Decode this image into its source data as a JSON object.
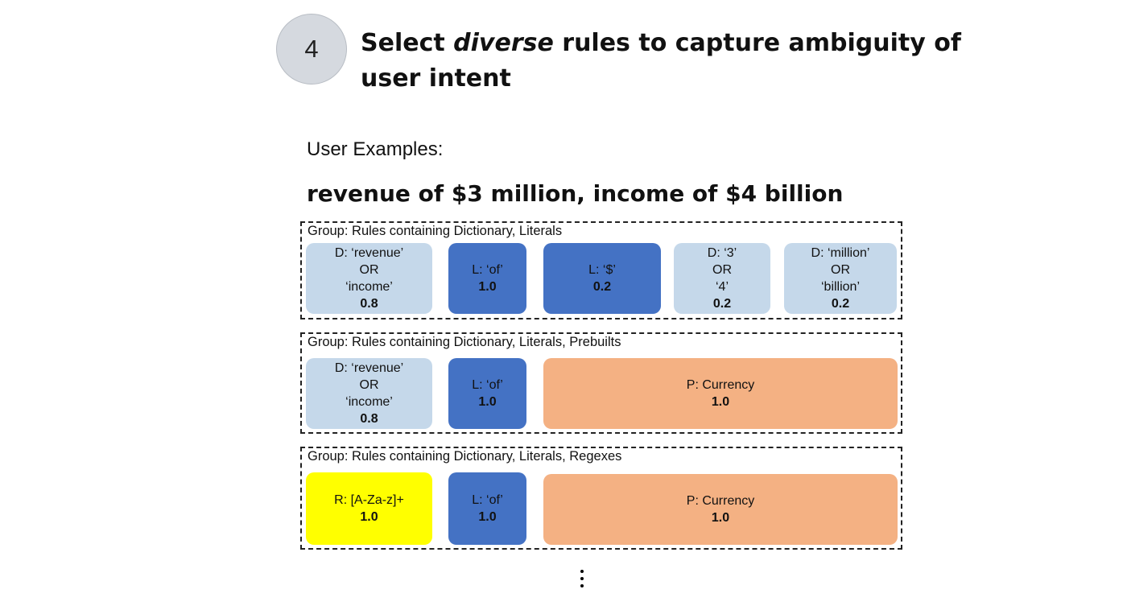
{
  "step": {
    "number": "4"
  },
  "title": {
    "before": "Select ",
    "emphasis": "diverse",
    "after": " rules to capture ambiguity of user intent"
  },
  "examples": {
    "label": "User Examples:",
    "text": "revenue of $3 million, income of $4 billion"
  },
  "groups": [
    {
      "label": "Group: Rules containing Dictionary, Literals",
      "rules": [
        {
          "kind": "dictionary",
          "lines": [
            "D: ‘revenue’",
            "OR",
            "‘income’"
          ],
          "confidence": "0.8"
        },
        {
          "kind": "literal",
          "lines": [
            "L: ‘of’"
          ],
          "confidence": "1.0"
        },
        {
          "kind": "literal",
          "lines": [
            "L: ‘$’"
          ],
          "confidence": "0.2"
        },
        {
          "kind": "dictionary",
          "lines": [
            "D: ‘3’",
            "OR",
            "‘4’"
          ],
          "confidence": "0.2"
        },
        {
          "kind": "dictionary",
          "lines": [
            "D: ‘million’",
            "OR",
            "‘billion’"
          ],
          "confidence": "0.2"
        }
      ]
    },
    {
      "label": "Group: Rules containing Dictionary, Literals, Prebuilts",
      "rules": [
        {
          "kind": "dictionary",
          "lines": [
            "D: ‘revenue’",
            "OR",
            "‘income’"
          ],
          "confidence": "0.8"
        },
        {
          "kind": "literal",
          "lines": [
            "L: ‘of’"
          ],
          "confidence": "1.0"
        },
        {
          "kind": "prebuilt",
          "lines": [
            "P: Currency"
          ],
          "confidence": "1.0"
        }
      ]
    },
    {
      "label": "Group: Rules containing Dictionary, Literals, Regexes",
      "rules": [
        {
          "kind": "regex",
          "lines": [
            "R: [A-Za-z]+"
          ],
          "confidence": "1.0"
        },
        {
          "kind": "literal",
          "lines": [
            "L: ‘of’"
          ],
          "confidence": "1.0"
        },
        {
          "kind": "prebuilt",
          "lines": [
            "P: Currency"
          ],
          "confidence": "1.0"
        }
      ]
    }
  ],
  "colors": {
    "dictionary": "#c5d8ea",
    "literal": "#4472c4",
    "prebuilt": "#f4b183",
    "regex": "#ffff00"
  },
  "icons": {
    "continuation": "vertical-ellipsis-icon"
  }
}
